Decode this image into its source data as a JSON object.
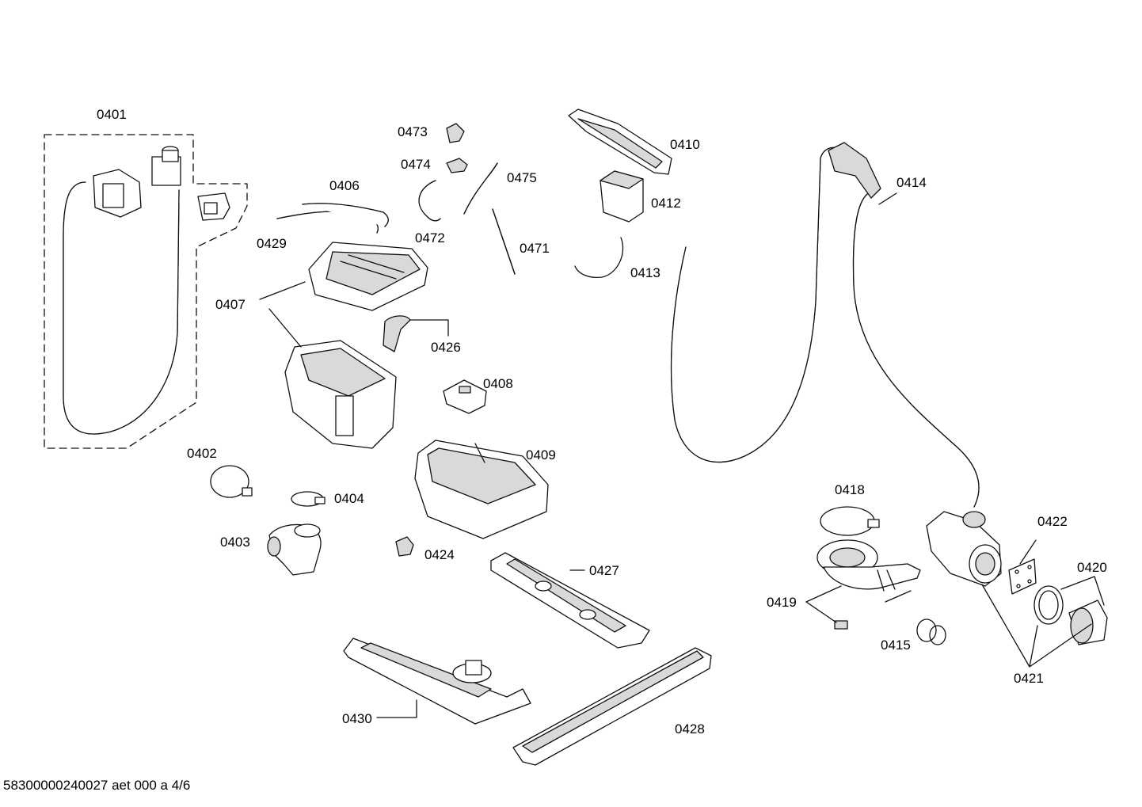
{
  "labels": {
    "p0401": "0401",
    "p0402": "0402",
    "p0403": "0403",
    "p0404": "0404",
    "p0406": "0406",
    "p0407": "0407",
    "p0408": "0408",
    "p0409": "0409",
    "p0410": "0410",
    "p0412": "0412",
    "p0413": "0413",
    "p0414": "0414",
    "p0415": "0415",
    "p0418": "0418",
    "p0419": "0419",
    "p0420": "0420",
    "p0421": "0421",
    "p0422": "0422",
    "p0424": "0424",
    "p0426": "0426",
    "p0427": "0427",
    "p0428": "0428",
    "p0429": "0429",
    "p0430": "0430",
    "p0471": "0471",
    "p0472": "0472",
    "p0473": "0473",
    "p0474": "0474",
    "p0475": "0475"
  },
  "footer": "58300000240027 aet 000 a 4/6"
}
